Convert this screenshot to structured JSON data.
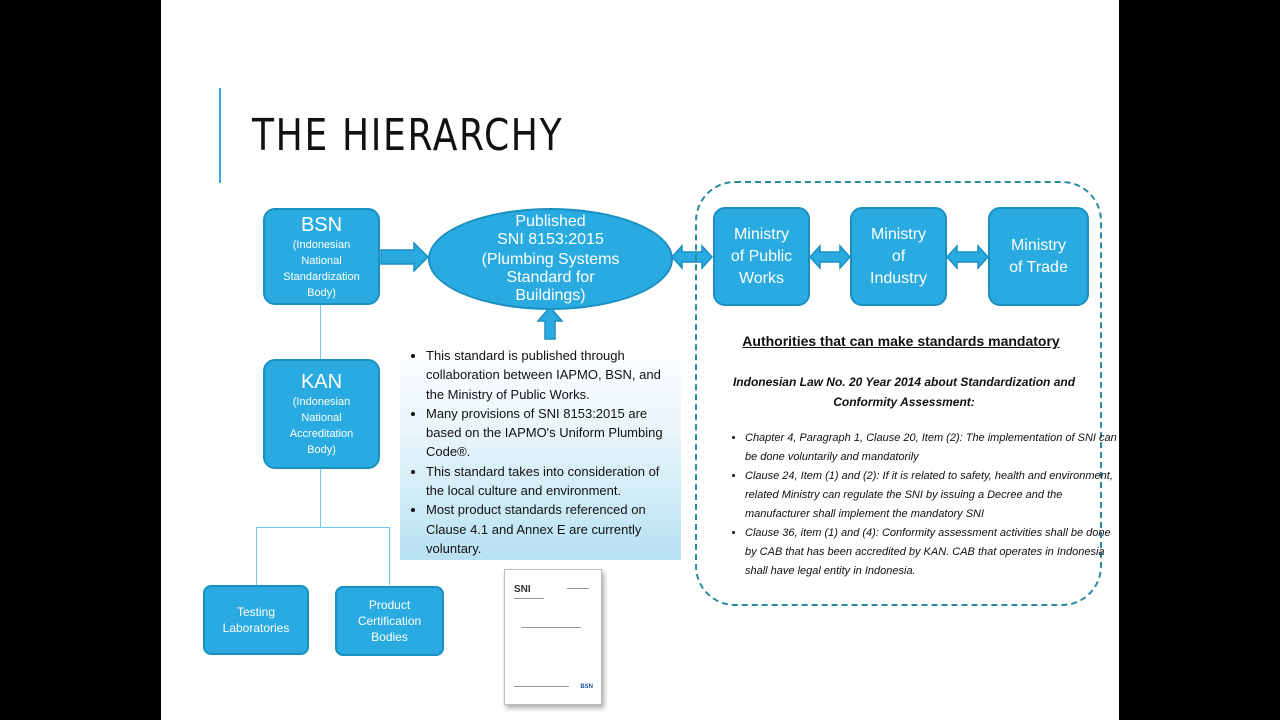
{
  "title": "THE HIERARCHY",
  "bsn": {
    "name": "BSN",
    "desc": "(Indonesian National Standardization Body)"
  },
  "kan": {
    "name": "KAN",
    "desc": "(Indonesian National Accreditation Body)"
  },
  "published": {
    "line1": "Published",
    "line2": "SNI 8153:2015",
    "desc": "(Plumbing Systems Standard for Buildings)"
  },
  "leaves": {
    "testing": "Testing Laboratories",
    "product": "Product Certification Bodies"
  },
  "ministries": [
    "Ministry of Public Works",
    "Ministry of Industry",
    "Ministry of Trade"
  ],
  "info_bullets": [
    "This standard is published through collaboration between IAPMO, BSN, and the Ministry of Public Works.",
    "Many provisions of SNI 8153:2015 are based on the IAPMO's Uniform Plumbing Code®.",
    "This standard takes into consideration of the local culture and environment.",
    "Most product standards referenced on Clause 4.1 and Annex E are currently voluntary."
  ],
  "authorities_title": "Authorities that can make standards mandatory",
  "law_title": "Indonesian Law No. 20 Year 2014 about Standardization and Conformity Assessment:",
  "clauses": [
    "Chapter 4, Paragraph 1, Clause 20, Item (2): The implementation of SNI can be done voluntarily and mandatorily",
    "Clause 24, Item (1) and (2): If it is related to safety, health and environment, related Ministry can regulate the SNI by issuing a Decree and the manufacturer shall implement the mandatory SNI",
    "Clause 36, item (1) and (4): Conformity assessment activities shall be done by CAB that has been accredited by KAN. CAB that operates in Indonesia shall have legal entity in Indonesia."
  ],
  "doc_thumbnail": {
    "label": "SNI",
    "logo": "BSN"
  },
  "colors": {
    "box": "#29abe2",
    "border": "#1a8fc0",
    "connector": "#6ccbef",
    "dashed": "#2a8aa0"
  }
}
